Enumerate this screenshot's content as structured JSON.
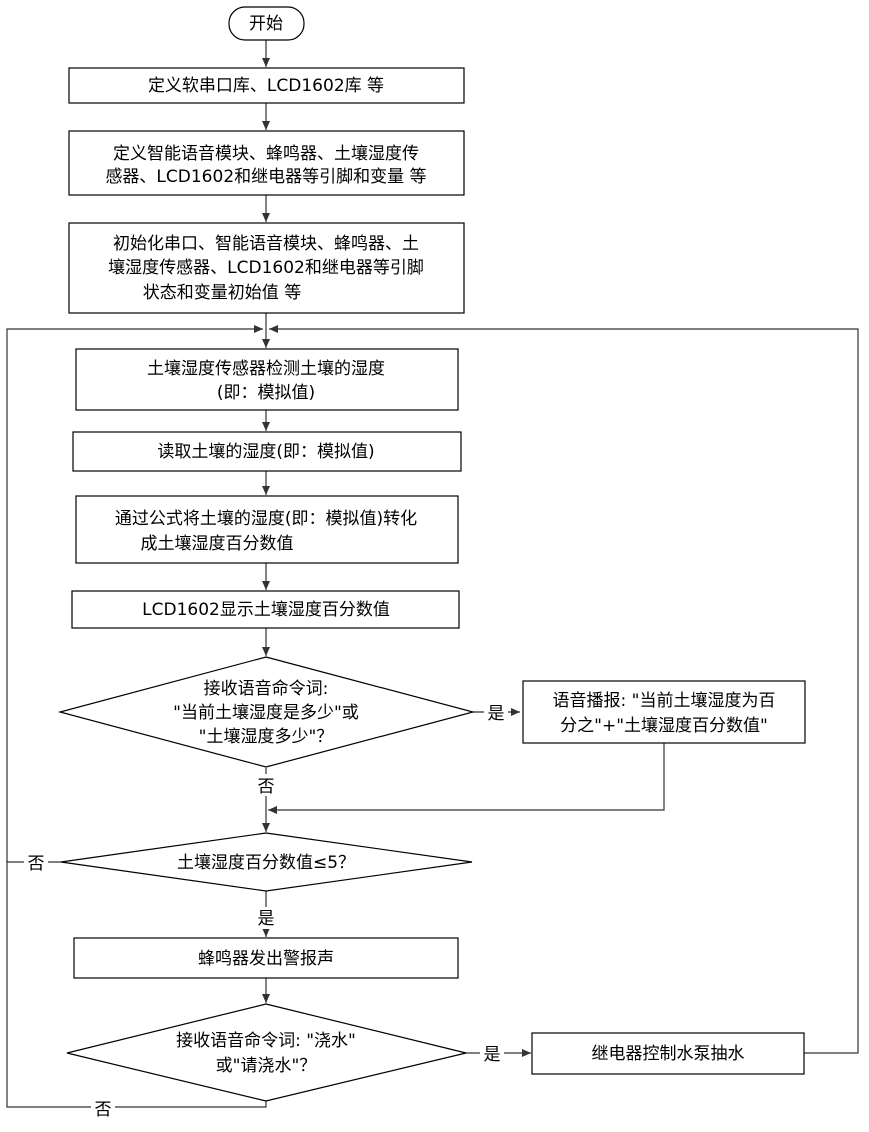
{
  "diagram": {
    "start": "开始",
    "steps": [
      [
        "定义软串口库、LCD1602库 等"
      ],
      [
        "定义智能语音模块、蜂鸣器、土壤湿度传",
        "感器、LCD1602和继电器等引脚和变量 等"
      ],
      [
        "初始化串口、智能语音模块、蜂鸣器、土",
        "壤湿度传感器、LCD1602和继电器等引脚",
        "状态和变量初始值 等"
      ],
      [
        "土壤湿度传感器检测土壤的湿度",
        "(即：模拟值)"
      ],
      [
        "读取土壤的湿度(即：模拟值)"
      ],
      [
        "通过公式将土壤的湿度(即：模拟值)转化",
        "成土壤湿度百分数值"
      ],
      [
        "LCD1602显示土壤湿度百分数值"
      ]
    ],
    "decision1": [
      "接收语音命令词:",
      "\"当前土壤湿度是多少\"或",
      "\"土壤湿度多少\"？"
    ],
    "broadcast": [
      "语音播报: \"当前土壤湿度为百",
      "分之\"+\"土壤湿度百分数值\""
    ],
    "decision2": [
      "土壤湿度百分数值≤5？"
    ],
    "buzzer": [
      "蜂鸣器发出警报声"
    ],
    "decision3": [
      "接收语音命令词: \"浇水\"",
      "或\"请浇水\"？"
    ],
    "pump": [
      "继电器控制水泵抽水"
    ],
    "labels": {
      "yes": "是",
      "no": "否"
    }
  }
}
